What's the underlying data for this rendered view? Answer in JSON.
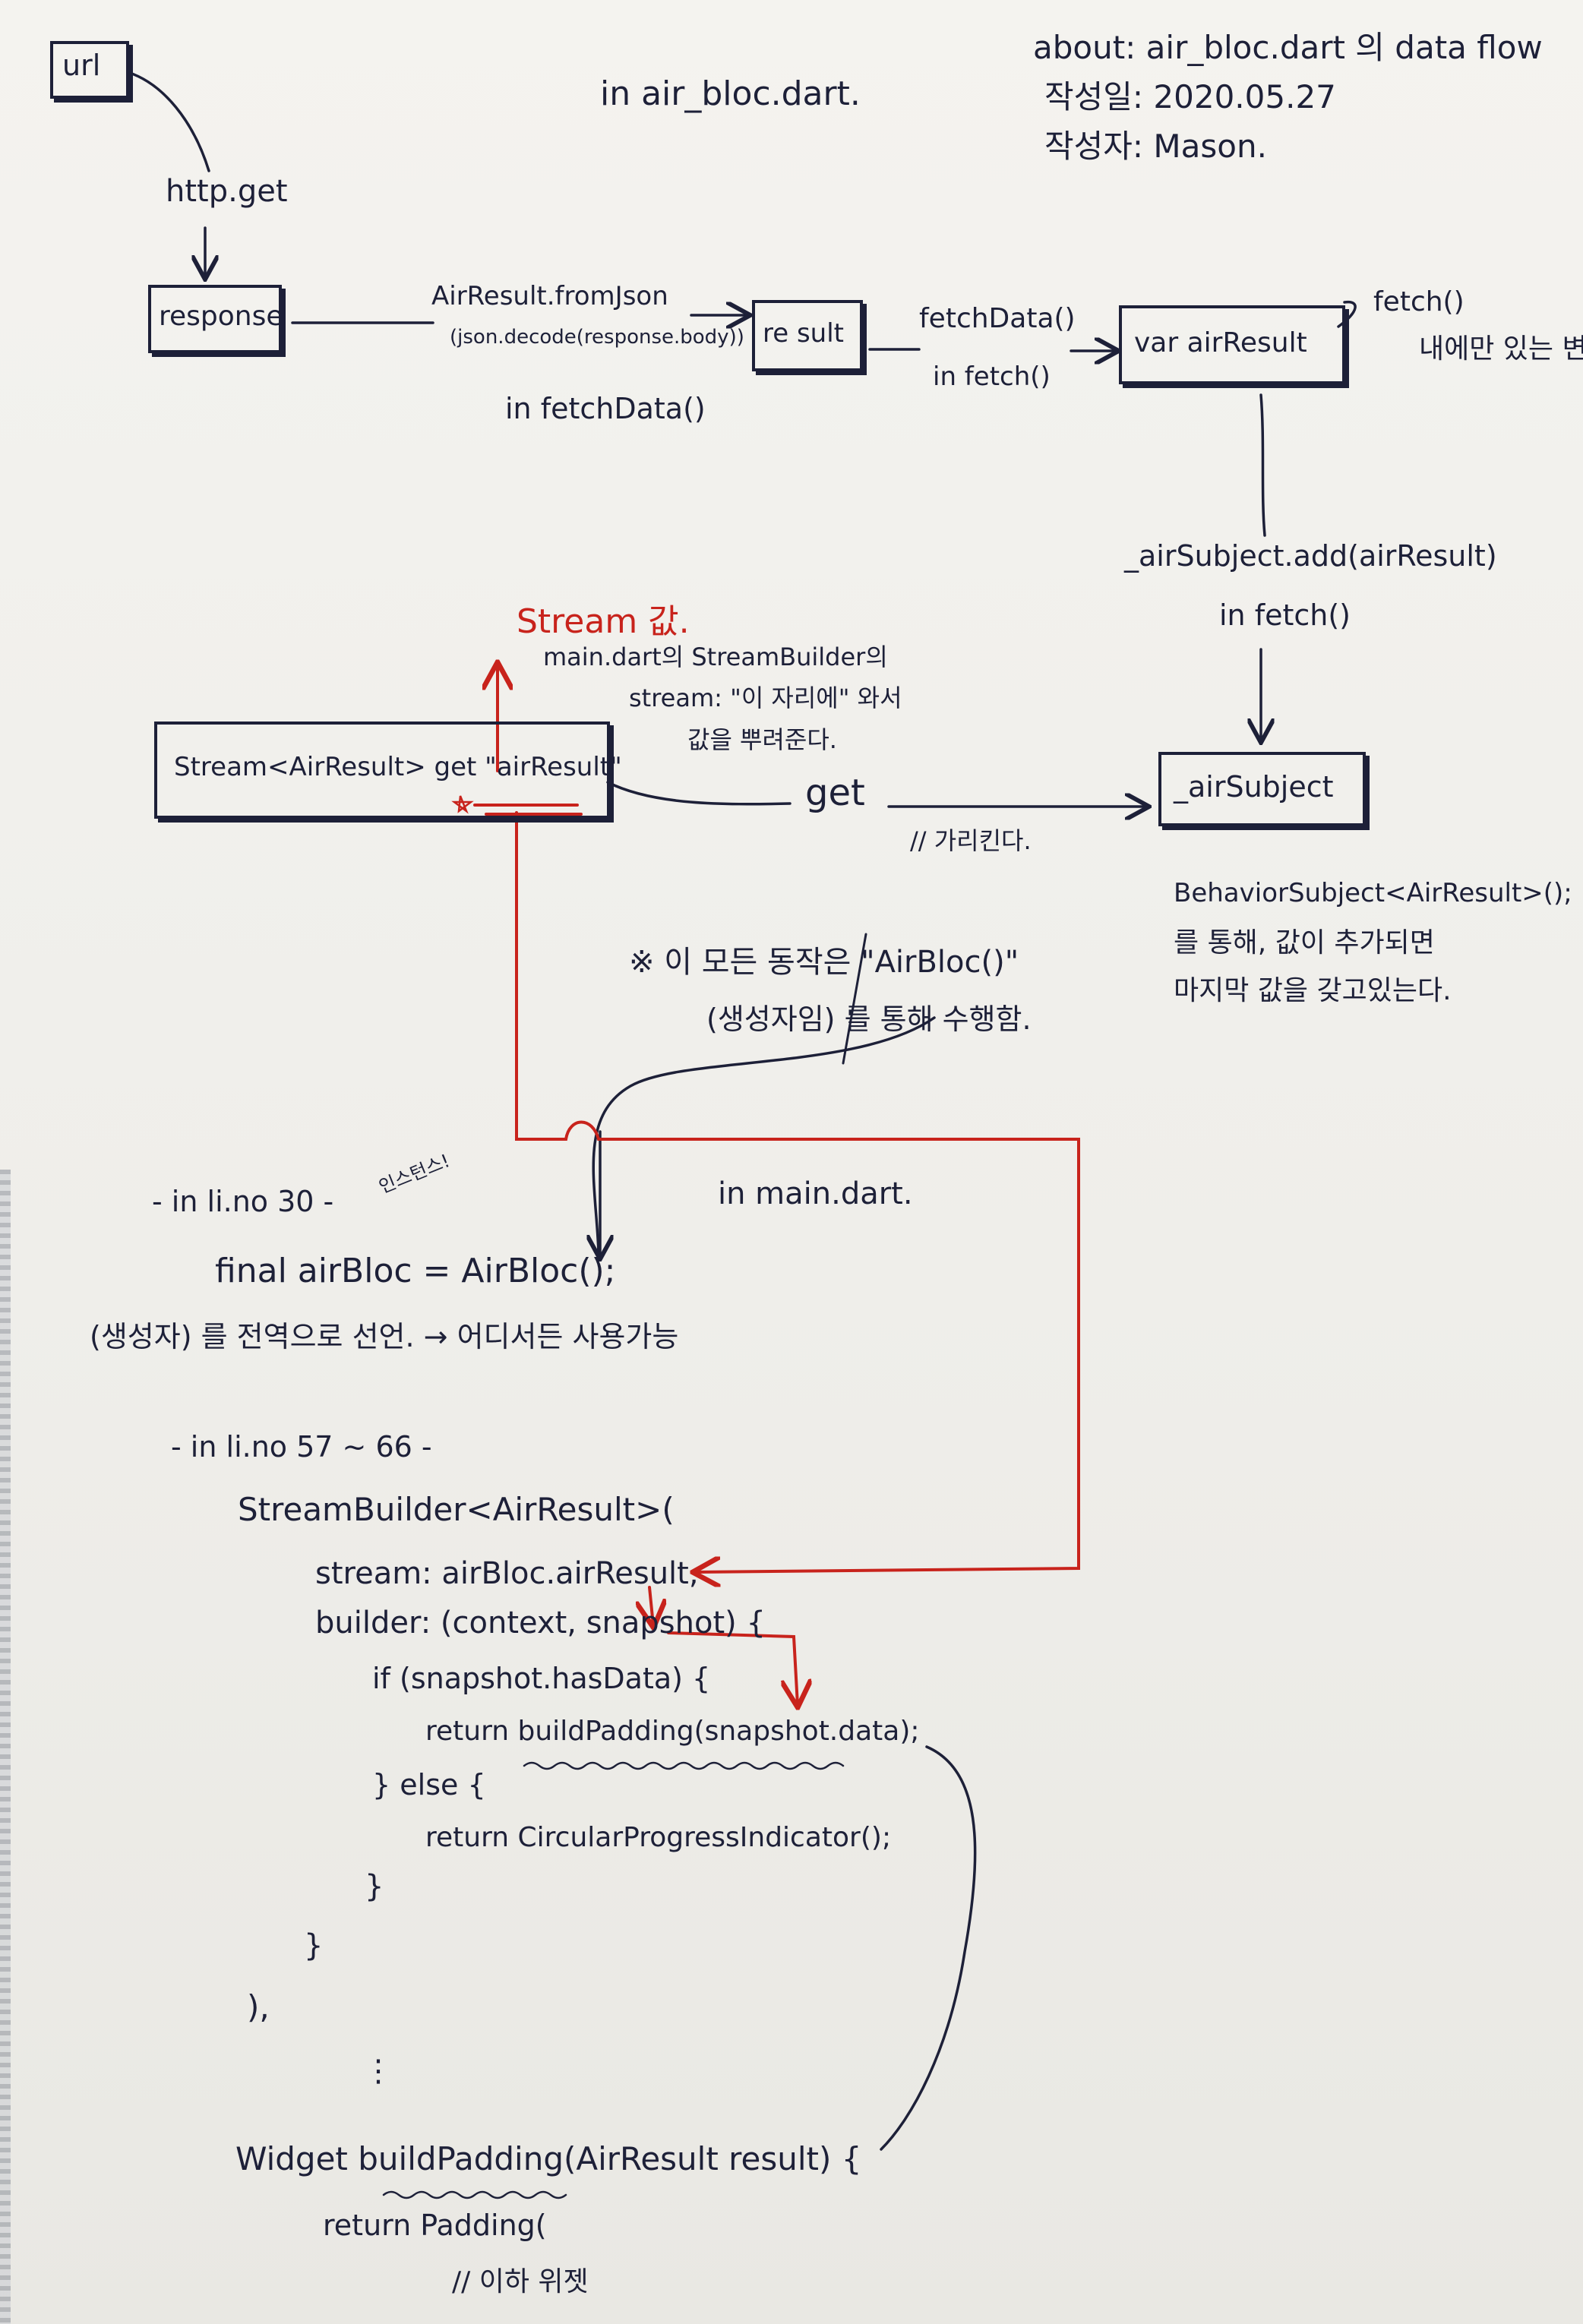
{
  "header": {
    "file_note": "in air_bloc.dart.",
    "about": "about: air_bloc.dart 의 data flow",
    "date": "작성일: 2020.05.27",
    "author": "작성자: Mason."
  },
  "nodes": {
    "url": "url",
    "http_get": "http.get",
    "response": "response",
    "from_json_1": "AirResult.fromJson",
    "from_json_2": "(json.decode(response.body))",
    "in_fetch_data": "in fetchData()",
    "result": "re sult",
    "fetch_data_label": "fetchData()",
    "in_fetch": "in fetch()",
    "var_air_result": "var airResult",
    "fetch_note_1": "fetch()",
    "fetch_note_2": "내에만 있는 변수",
    "subject_add": "_airSubject.add(airResult)",
    "subject_add_in": "in fetch()",
    "air_subject": "_airSubject",
    "stream_getter": "Stream<AirResult> get \"airResult\"",
    "get_label": "get",
    "point_note": "// 가리킨다.",
    "stream_value": "Stream 값.",
    "stream_note_1": "main.dart의 StreamBuilder의",
    "stream_note_2": "stream: \"이 자리에\" 와서",
    "stream_note_3": "값을 뿌려준다.",
    "behavior_1": "BehaviorSubject<AirResult>();",
    "behavior_2": "를 통해, 값이 추가되면",
    "behavior_3": "마지막 값을 갖고있는다.",
    "all_note_1": "※ 이 모든 동작은 \"AirBloc()\"",
    "all_note_2": "(생성자임) 를 통해 수행함."
  },
  "main": {
    "in_main": "in main.dart.",
    "line30": "- in li.no 30 -",
    "instance_note": "인스턴스!",
    "final_decl": "final airBloc = AirBloc();",
    "global_note": "(생성자) 를 전역으로 선언. → 어디서든 사용가능",
    "line57": "- in li.no 57 ~ 66 -",
    "code": [
      "StreamBuilder<AirResult>(",
      "stream: airBloc.airResult,",
      "builder: (context, snapshot) {",
      "if (snapshot.hasData) {",
      "return buildPadding(snapshot.data);",
      "} else {",
      "return CircularProgressIndicator();",
      "}",
      "}",
      "),",
      "⋮"
    ],
    "widget_sig": "Widget buildPadding(AirResult result) {",
    "return_padding": "return Padding(",
    "widget_comment": "// 이하 위젯"
  }
}
